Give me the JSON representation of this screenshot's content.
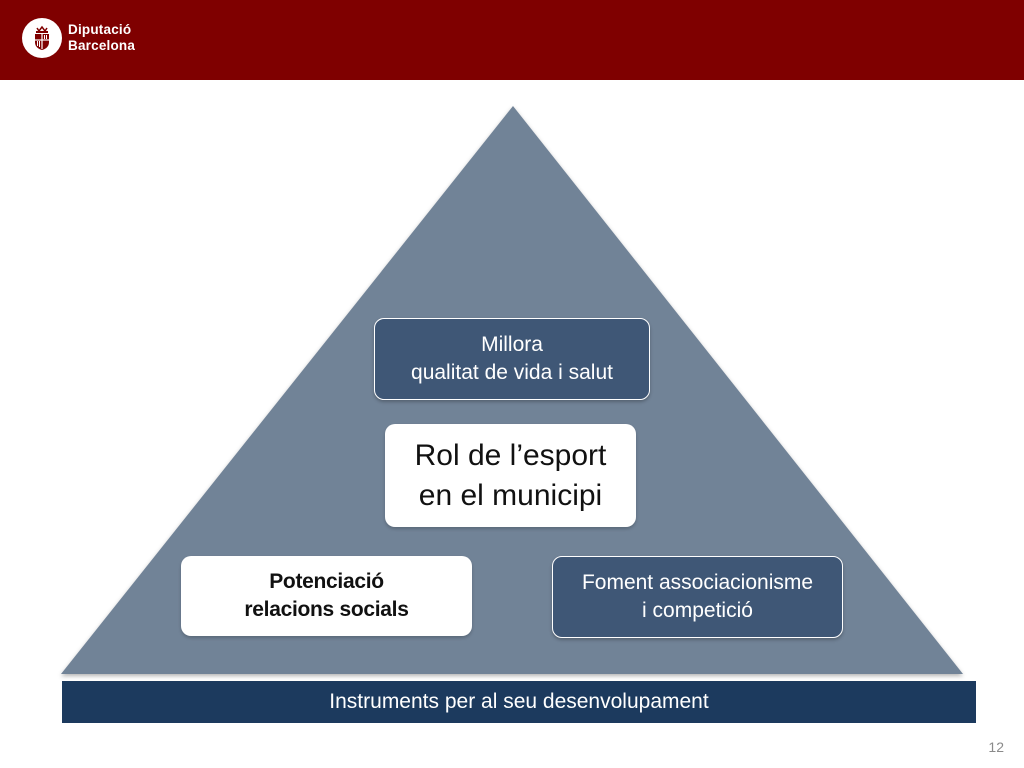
{
  "header": {
    "logo_line1": "Diputació",
    "logo_line2": "Barcelona",
    "bar_color": "#7f0000"
  },
  "pyramid": {
    "fill_color": "#718397",
    "top_box": {
      "line1": "Millora",
      "line2": "qualitat de vida i salut"
    },
    "center_box": {
      "line1": "Rol de l’esport",
      "line2": "en el municipi"
    },
    "left_box": {
      "line1": "Potenciació",
      "line2": "relacions socials"
    },
    "right_box": {
      "line1": "Foment associacionisme",
      "line2": "i competició"
    }
  },
  "banner": {
    "text": "Instruments per al seu desenvolupament",
    "color": "#1c3a5e"
  },
  "footer": {
    "page_number": "12"
  }
}
